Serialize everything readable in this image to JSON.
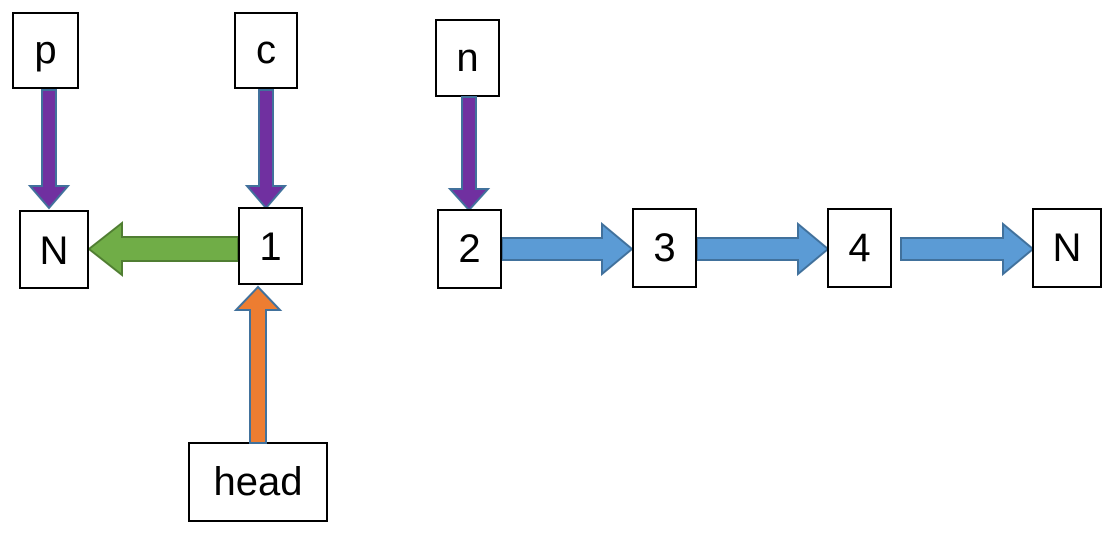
{
  "pointers": {
    "p": {
      "label": "p"
    },
    "c": {
      "label": "c"
    },
    "n": {
      "label": "n"
    },
    "head": {
      "label": "head"
    }
  },
  "reversed_list": {
    "null_node": "N",
    "node_1": "1"
  },
  "remaining_list": {
    "nodes": [
      "2",
      "3",
      "4"
    ],
    "null_node": "N"
  },
  "colors": {
    "pointer_arrow": "#7030A0",
    "pointer_arrow_border": "#41719C",
    "reversed_link": "#70AD47",
    "reversed_link_border": "#507E32",
    "head_arrow": "#ED7D31",
    "head_arrow_border": "#41719C",
    "forward_link": "#5B9BD5",
    "forward_link_border": "#41719C",
    "node_border": "#000000",
    "node_fill": "#FFFFFF"
  }
}
